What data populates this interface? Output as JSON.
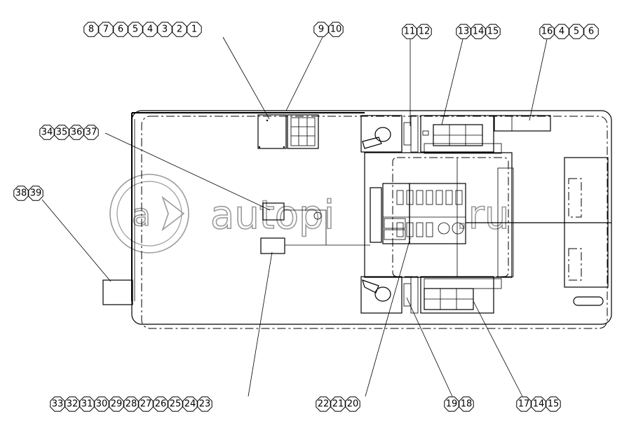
{
  "watermark": {
    "text": "autopi",
    "suffix": ".ru"
  },
  "callouts": [
    {
      "id": "c1",
      "numbers": [
        "8",
        "7",
        "6",
        "5",
        "4",
        "3",
        "2",
        "1"
      ]
    },
    {
      "id": "c2",
      "numbers": [
        "9",
        "10"
      ]
    },
    {
      "id": "c3",
      "numbers": [
        "11",
        "12"
      ]
    },
    {
      "id": "c4",
      "numbers": [
        "13",
        "14",
        "15"
      ]
    },
    {
      "id": "c5",
      "numbers": [
        "16",
        "4",
        "5",
        "6"
      ]
    },
    {
      "id": "c6",
      "numbers": [
        "34",
        "35",
        "36",
        "37"
      ]
    },
    {
      "id": "c7",
      "numbers": [
        "38",
        "39"
      ]
    },
    {
      "id": "c8",
      "numbers": [
        "33",
        "32",
        "31",
        "30",
        "29",
        "28",
        "27",
        "26",
        "25",
        "24",
        "23"
      ]
    },
    {
      "id": "c9",
      "numbers": [
        "22",
        "21",
        "20"
      ]
    },
    {
      "id": "c10",
      "numbers": [
        "19",
        "18"
      ]
    },
    {
      "id": "c11",
      "numbers": [
        "17",
        "14",
        "15"
      ]
    }
  ]
}
